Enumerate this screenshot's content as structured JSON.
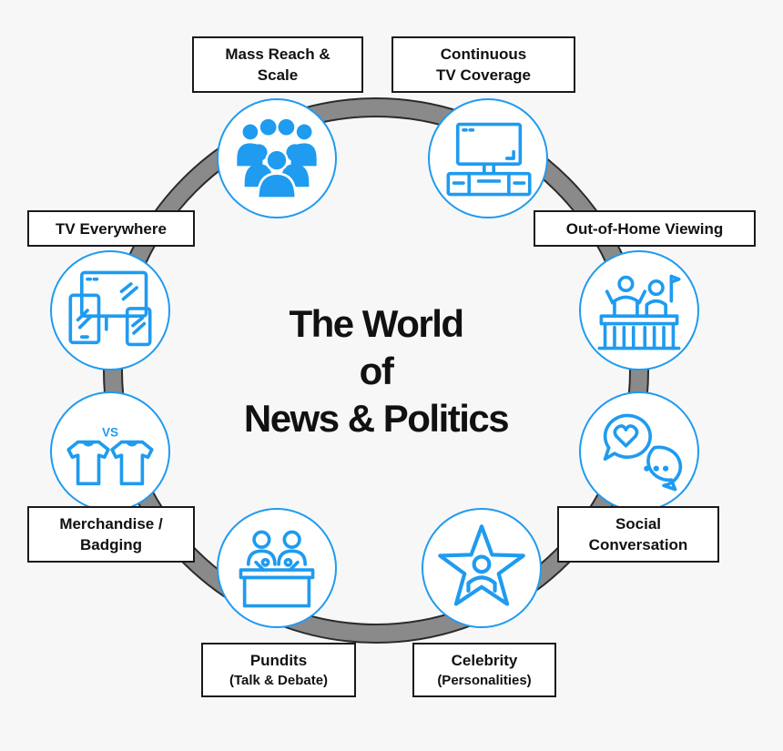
{
  "title": {
    "line1": "The World",
    "line2": "of",
    "line3": "News & Politics"
  },
  "colors": {
    "accent": "#1f9bf0",
    "ring": "#8a8a8a",
    "ring_outline": "#2b2b2b",
    "background": "#f7f7f7"
  },
  "nodes": [
    {
      "id": "mass-reach",
      "label_lines": [
        "Mass Reach &",
        "Scale"
      ],
      "icon": "crowd-icon"
    },
    {
      "id": "tv-coverage",
      "label_lines": [
        "Continuous",
        "TV Coverage"
      ],
      "icon": "tv-stand-icon"
    },
    {
      "id": "out-of-home",
      "label_lines": [
        "Out-of-Home Viewing"
      ],
      "icon": "bar-crowd-icon"
    },
    {
      "id": "social",
      "label_lines": [
        "Social",
        "Conversation"
      ],
      "icon": "chat-heart-icon"
    },
    {
      "id": "celebrity",
      "label_lines": [
        "Celebrity"
      ],
      "sub": "(Personalities)",
      "icon": "star-person-icon"
    },
    {
      "id": "pundits",
      "label_lines": [
        "Pundits"
      ],
      "sub": "(Talk & Debate)",
      "icon": "debate-desk-icon"
    },
    {
      "id": "merchandise",
      "label_lines": [
        "Merchandise /",
        "Badging"
      ],
      "icon": "jerseys-vs-icon"
    },
    {
      "id": "tv-everywhere",
      "label_lines": [
        "TV Everywhere"
      ],
      "icon": "devices-icon"
    }
  ],
  "icon_text": {
    "vs": "VS"
  }
}
